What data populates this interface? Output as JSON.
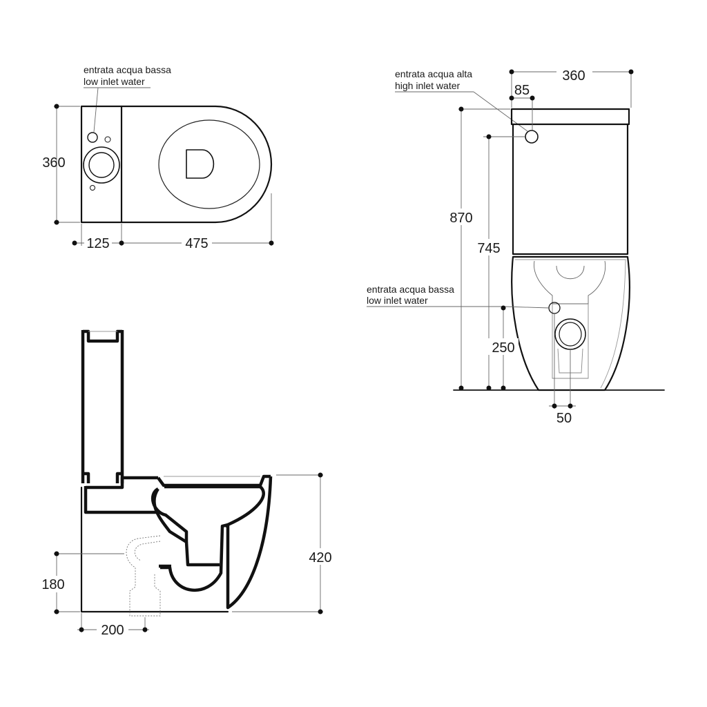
{
  "plan_view": {
    "inlet_note_line1": "entrata acqua bassa",
    "inlet_note_line2": "low inlet water",
    "depth_label": "360",
    "tank_width_label": "125",
    "bowl_length_label": "475"
  },
  "front_view": {
    "high_inlet_line1": "entrata acqua alta",
    "high_inlet_line2": "high inlet water",
    "width_label": "360",
    "inlet_offset_label": "85",
    "total_height_label": "870",
    "high_inlet_height_label": "745",
    "low_inlet_line1": "entrata acqua bassa",
    "low_inlet_line2": "low inlet water",
    "low_inlet_height_label": "250",
    "low_inlet_offset_label": "50"
  },
  "side_view": {
    "seat_height_label": "420",
    "outlet_height_label": "180",
    "outlet_distance_label": "200"
  }
}
